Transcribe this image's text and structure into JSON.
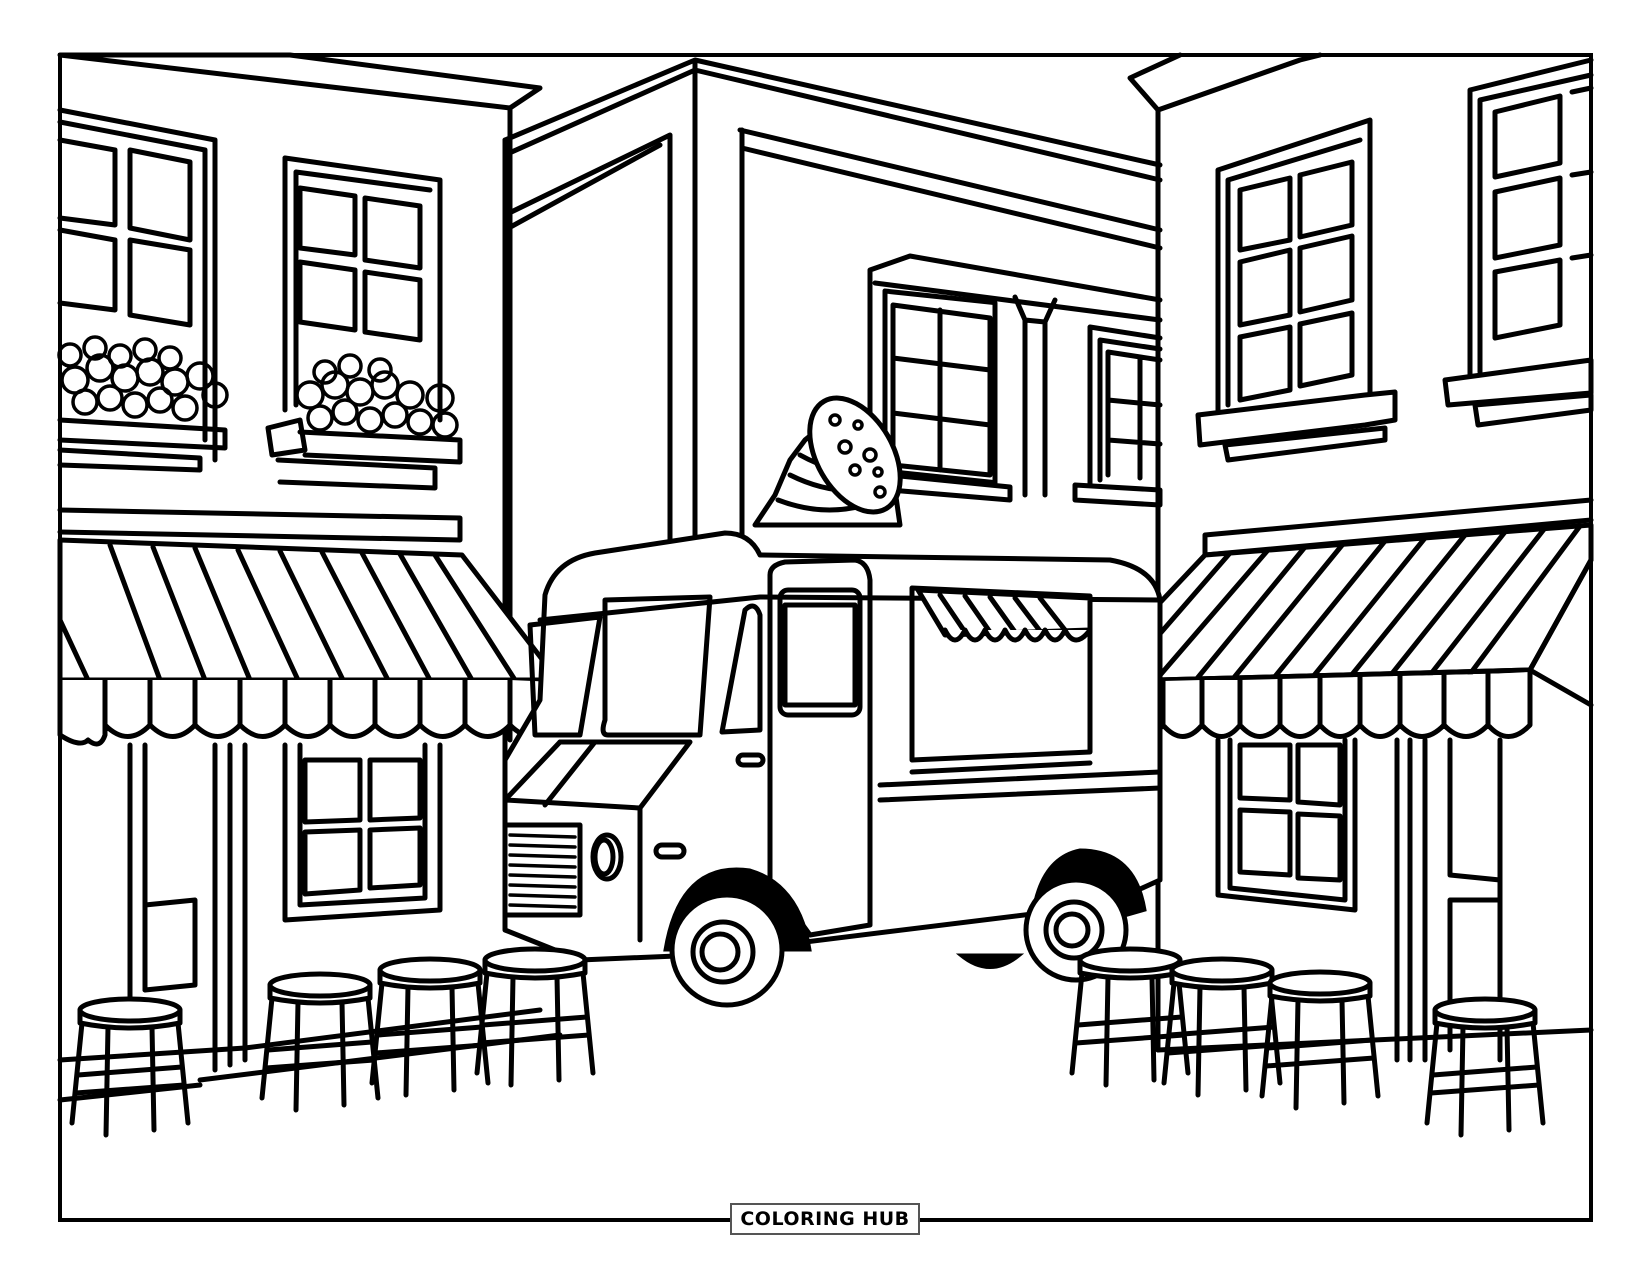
{
  "page": {
    "type": "coloring-page",
    "subject": "ice cream truck parked on a street between buildings with striped awnings and stools"
  },
  "footer": {
    "brand_label": "COLORING HUB"
  },
  "scene": {
    "elements": [
      "left-building-with-flower-box-windows",
      "left-striped-awning",
      "center-back-building",
      "ice-cream-truck",
      "ice-cream-cone-sign",
      "truck-serving-window-mini-awning",
      "right-building-with-windows",
      "right-striped-awning",
      "left-stools",
      "right-stools"
    ],
    "stool_count_left": 4,
    "stool_count_right": 4
  },
  "colors": {
    "line": "#000000",
    "background": "#ffffff",
    "brand_border": "#555555"
  }
}
